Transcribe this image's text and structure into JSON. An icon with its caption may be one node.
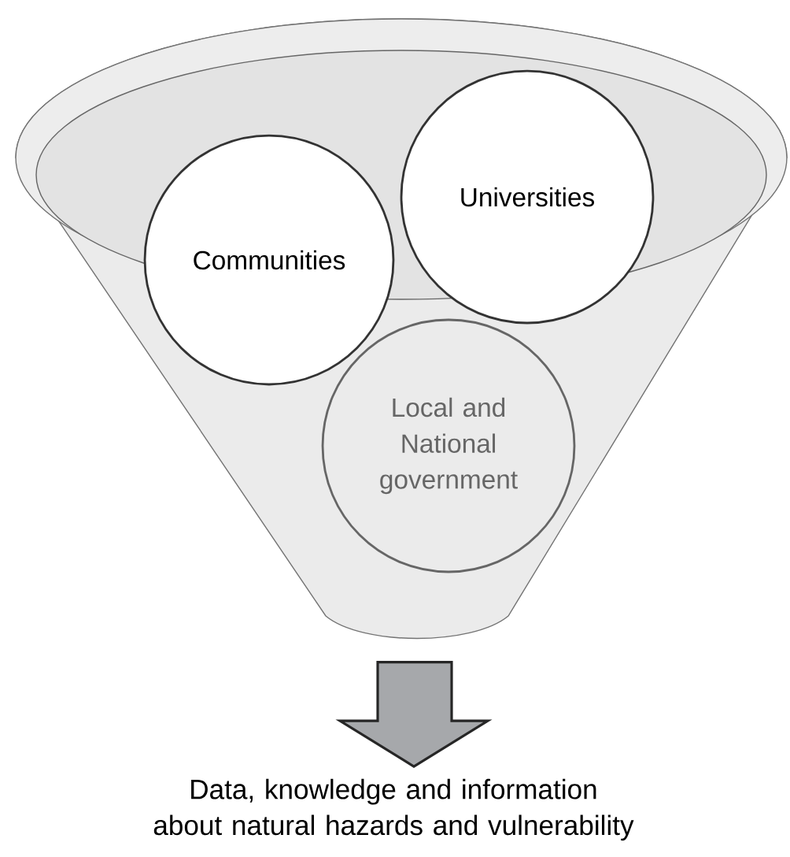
{
  "diagram": {
    "nodes": [
      {
        "text": [],
        "shape": "funnel"
      },
      {
        "text": [
          "Communities"
        ],
        "in": 0
      },
      {
        "text": [
          "Universities"
        ],
        "in": 0
      },
      {
        "text": [
          "Local and National government"
        ],
        "in": 0
      },
      {
        "text": [
          "Data, knowledge and information about natural hazards and vulnerability"
        ]
      }
    ],
    "edges": [
      {
        "from": 0,
        "to": 4,
        "arrow": "to",
        "color": "#a6a8ab"
      }
    ]
  }
}
